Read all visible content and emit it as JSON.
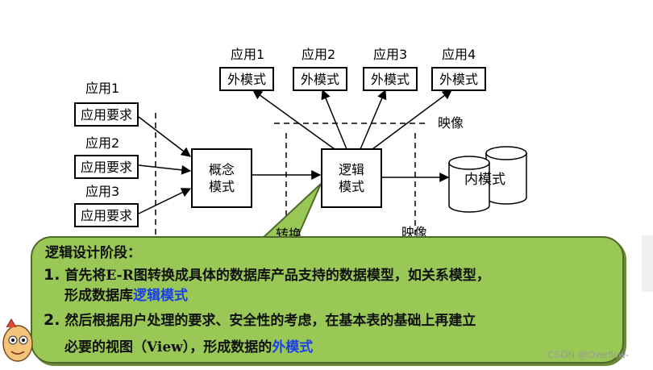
{
  "apps_left": [
    {
      "app": "应用1",
      "req": "应用要求"
    },
    {
      "app": "应用2",
      "req": "应用要求"
    },
    {
      "app": "应用3",
      "req": "应用要求"
    }
  ],
  "apps_top": [
    {
      "app": "应用1",
      "ext": "外模式"
    },
    {
      "app": "应用2",
      "ext": "外模式"
    },
    {
      "app": "应用3",
      "ext": "外模式"
    },
    {
      "app": "应用4",
      "ext": "外模式"
    }
  ],
  "concept": {
    "line1": "概念",
    "line2": "模式"
  },
  "logic": {
    "line1": "逻辑",
    "line2": "模式"
  },
  "internal": "内模式",
  "labels": {
    "mapping_top": "映像",
    "mapping_bottom": "映像",
    "convert_partial": "转换"
  },
  "callout": {
    "title": "逻辑设计阶段：",
    "item1_num": "1.",
    "item1_text_a": "首先将E-R图转换成具体的数据库产品支持的数据模型，如关系模型，",
    "item1_text_b": "形成数据库",
    "item1_highlight": "逻辑模式",
    "item2_num": "2.",
    "item2_text_a": "然后根据用户处理的要求、安全性的考虑，在基本表的基础上再建立",
    "item2_text_b": "必要的视图（View），形成数据的",
    "item2_highlight": "外模式"
  },
  "watermark": "CSDN @Overflow-",
  "colors": {
    "callout_fill": "#9ac856",
    "highlight": "#1a3ee8"
  }
}
